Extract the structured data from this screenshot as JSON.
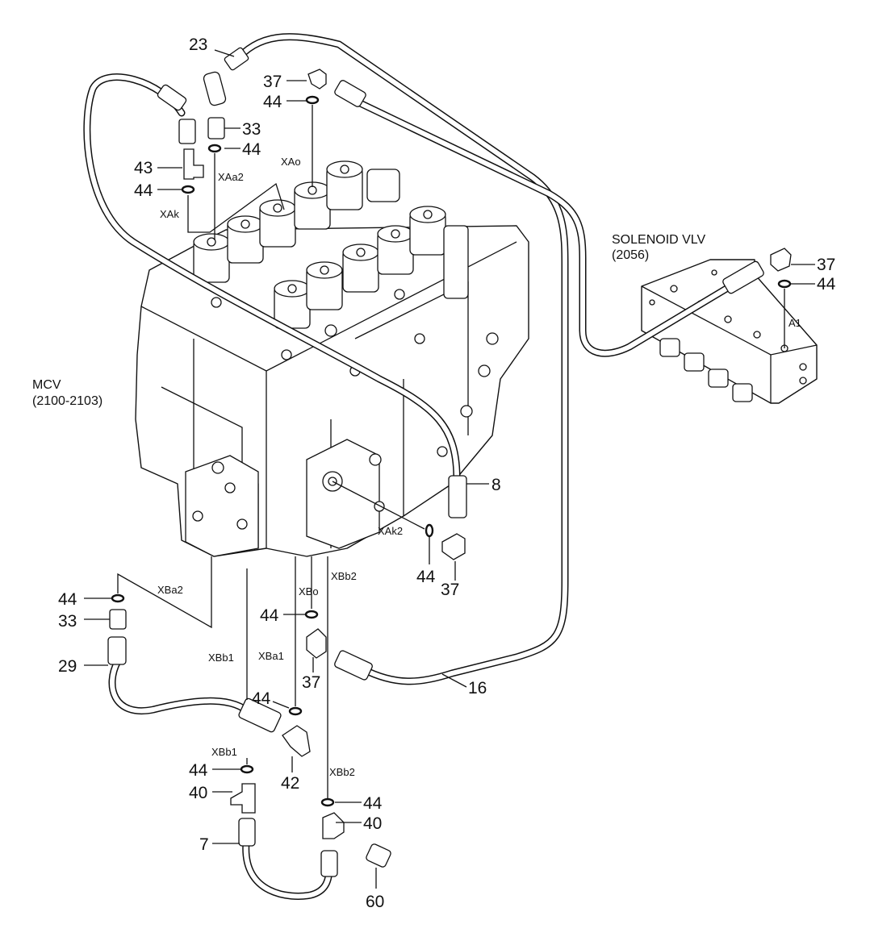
{
  "components": {
    "mcv_name": "MCV",
    "mcv_code": "(2100-2103)",
    "solenoid_name": "SOLENOID VLV",
    "solenoid_code": "(2056)"
  },
  "part_numbers": [
    "23",
    "37",
    "44",
    "33",
    "44",
    "43",
    "44",
    "37",
    "44",
    "8",
    "44",
    "37",
    "44",
    "33",
    "29",
    "44",
    "37",
    "44",
    "42",
    "44",
    "40",
    "44",
    "40",
    "7",
    "60",
    "16"
  ],
  "port_labels": [
    "XAo",
    "XAa2",
    "XAk",
    "A1",
    "XAk2",
    "XBa2",
    "XBo",
    "XBb2",
    "XBb1",
    "XBa1",
    "XBb1",
    "XBb2"
  ],
  "colors": {
    "line": "#111111",
    "background": "#ffffff"
  }
}
